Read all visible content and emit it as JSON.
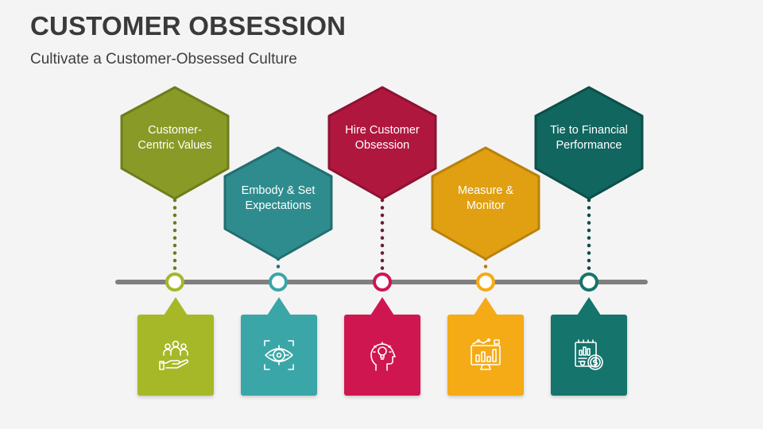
{
  "header": {
    "title": "CUSTOMER OBSESSION",
    "subtitle": "Cultivate a Customer-Obsessed Culture"
  },
  "steps": [
    {
      "label": "Customer-Centric Values",
      "color": "#8a9a26",
      "card_color": "#a6b828",
      "icon": "hand-holding-people-icon"
    },
    {
      "label": "Embody & Set Expectations",
      "color": "#2f8c8e",
      "card_color": "#3aa6a8",
      "icon": "eye-target-icon"
    },
    {
      "label": "Hire Customer Obsession",
      "color": "#b0173f",
      "card_color": "#cf1651",
      "icon": "head-lightbulb-icon"
    },
    {
      "label": "Measure & Monitor",
      "color": "#e0a012",
      "card_color": "#f4ab16",
      "icon": "monitor-chart-icon"
    },
    {
      "label": "Tie to Financial Performance",
      "color": "#11665f",
      "card_color": "#15746c",
      "icon": "financial-report-icon"
    }
  ]
}
